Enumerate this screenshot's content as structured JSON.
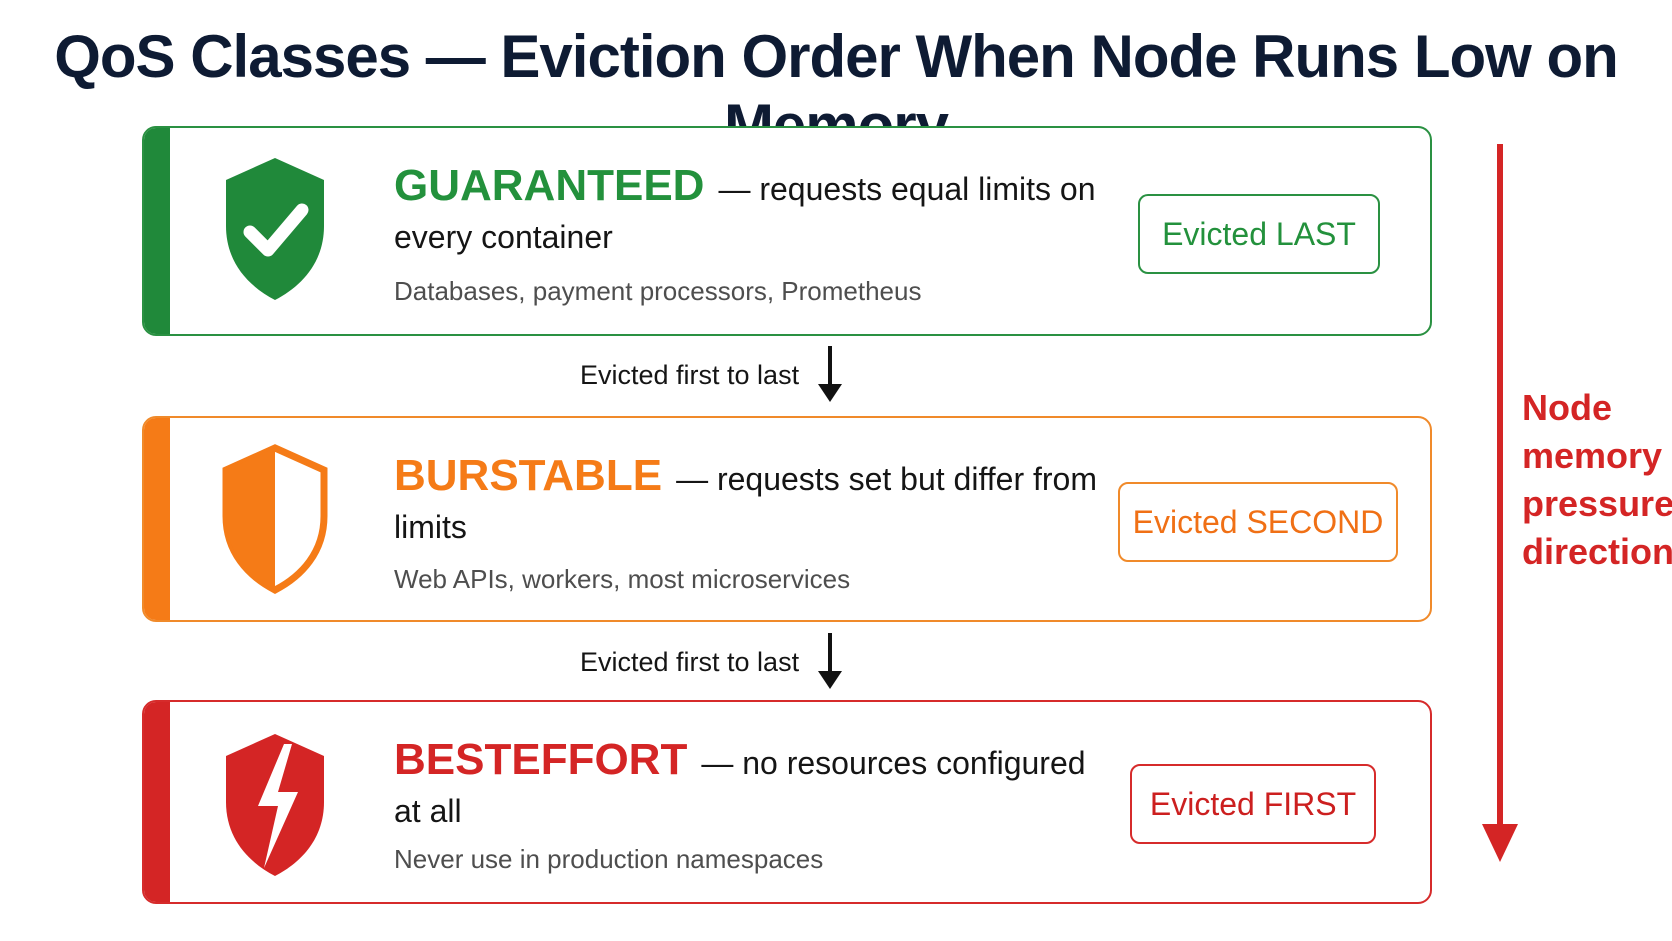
{
  "title": "QoS Classes — Eviction Order When Node Runs Low on Memory",
  "colors": {
    "guaranteed": "#23913c",
    "burstable": "#f57b17",
    "besteffort": "#d42525",
    "title": "#0e1b33"
  },
  "classes": [
    {
      "name": "GUARANTEED",
      "description": "— requests equal limits on every container",
      "examples": "Databases, payment processors, Prometheus",
      "badge": "Evicted LAST",
      "icon": "shield-check-icon"
    },
    {
      "name": "BURSTABLE",
      "description": "— requests set but differ from limits",
      "examples": "Web APIs, workers, most microservices",
      "badge": "Evicted SECOND",
      "icon": "shield-half-icon"
    },
    {
      "name": "BESTEFFORT",
      "description": "— no resources configured at all",
      "examples": "Never use in production namespaces",
      "badge": "Evicted FIRST",
      "icon": "shield-lightning-icon"
    }
  ],
  "connectors": [
    "Evicted first to last",
    "Evicted first to last"
  ],
  "pressure_label": "Node\nmemory\npressure\ndirection"
}
